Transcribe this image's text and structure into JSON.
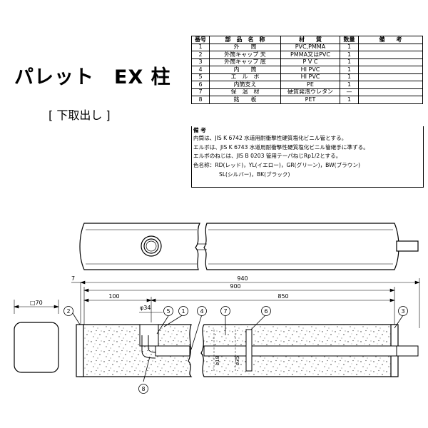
{
  "title": "パレット　EX 柱",
  "subtitle": "[ 下取出し ]",
  "parts_table": {
    "headers": [
      "番号",
      "部　品　名　称",
      "材　　質",
      "数量",
      "備　　考"
    ],
    "rows": [
      {
        "no": "1",
        "name": "外　　筒",
        "material": "PVC,PMMA",
        "qty": "1",
        "note": ""
      },
      {
        "no": "2",
        "name": "外筒キャップ 天",
        "material": "PMMA又はPVC",
        "qty": "1",
        "note": ""
      },
      {
        "no": "3",
        "name": "外筒キャップ 底",
        "material": "P V C",
        "qty": "1",
        "note": ""
      },
      {
        "no": "4",
        "name": "内　　筒",
        "material": "HI PVC",
        "qty": "1",
        "note": ""
      },
      {
        "no": "5",
        "name": "エ　ル　ボ",
        "material": "HI PVC",
        "qty": "1",
        "note": ""
      },
      {
        "no": "6",
        "name": "内筒支え",
        "material": "PE",
        "qty": "1",
        "note": ""
      },
      {
        "no": "7",
        "name": "保　温　材",
        "material": "硬質発泡ウレタン",
        "qty": "—",
        "note": ""
      },
      {
        "no": "8",
        "name": "銘　　板",
        "material": "PET",
        "qty": "1",
        "note": ""
      }
    ]
  },
  "notes": {
    "heading": "備 考",
    "lines": [
      "内筒は、JIS K 6742 水道用耐衝撃性硬質塩化ビニル管とする。",
      "エルボは、JIS K 6743 水道用耐衝撃性硬質塩化ビニル管継手に準ずる。",
      "エルボのねじは、JIS B 0203 管用テーパねじRp1/2とする。",
      "色名称：RD(レッド)，YL(イエロー)，GR(グリーン)，BW(ブラウン)",
      "SL(シルバー)，BK(ブラック)"
    ]
  },
  "dimensions": {
    "cross_section": "□70",
    "overall": "940",
    "body": "900",
    "elbow_offset": "100",
    "inner_length": "850",
    "cap_offset": "7",
    "elbow_dia": "φ34",
    "label_a": "ø18",
    "label_b": "ø35"
  },
  "callouts": [
    "1",
    "2",
    "3",
    "4",
    "5",
    "6",
    "7",
    "8"
  ]
}
